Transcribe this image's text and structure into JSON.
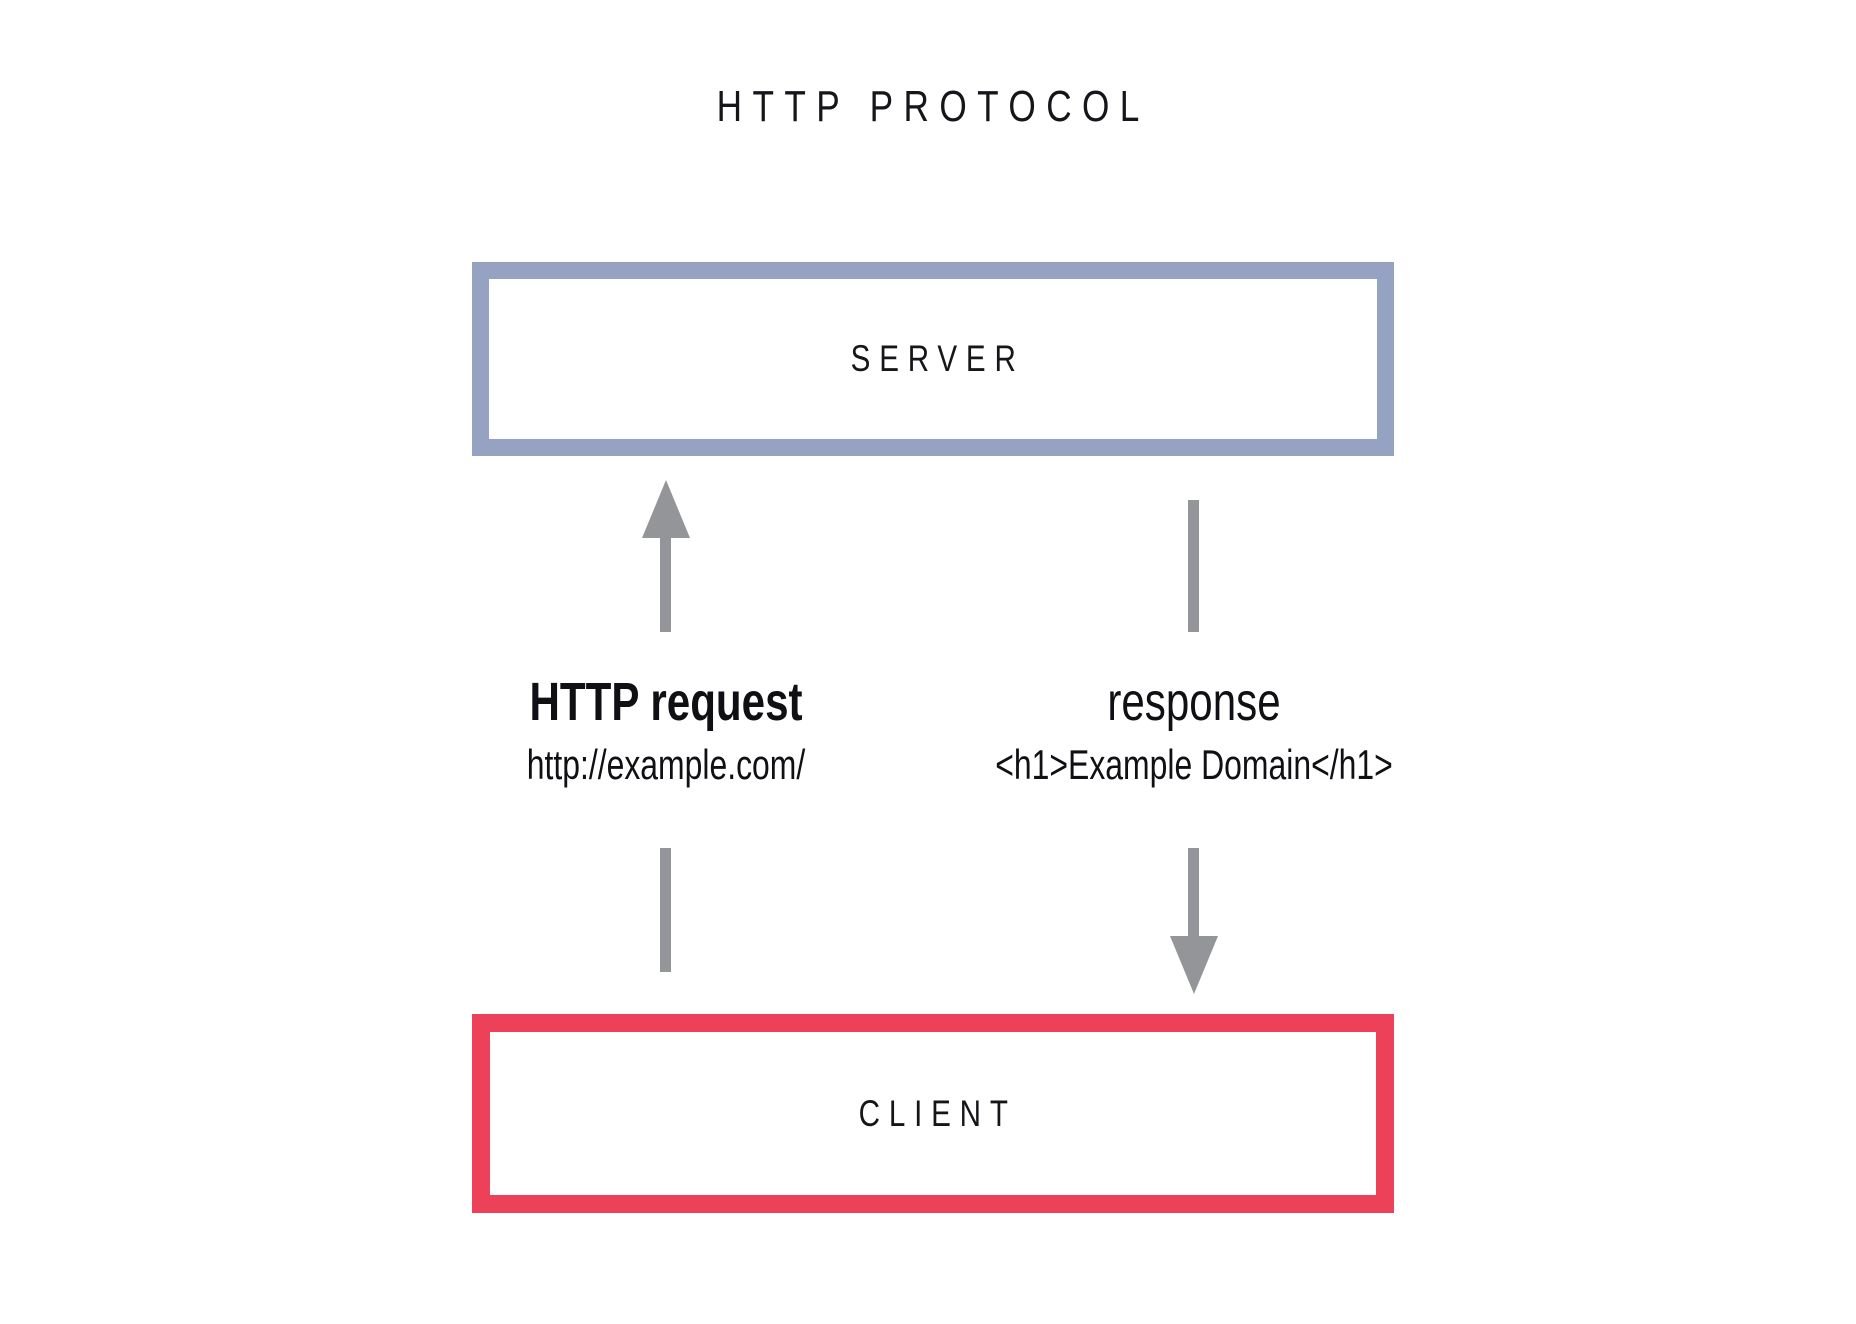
{
  "diagram": {
    "title": "HTTP PROTOCOL",
    "background_color": "#ffffff",
    "text_color": "#16161a"
  },
  "nodes": [
    {
      "id": "server",
      "label": "SERVER",
      "border_color": "#96a2c2",
      "fill_color": "#ffffff"
    },
    {
      "id": "client",
      "label": "CLIENT",
      "border_color": "#ec4159",
      "fill_color": "#ffffff"
    }
  ],
  "edges": [
    {
      "id": "request",
      "title": "HTTP request",
      "subtitle": "http://example.com/",
      "direction": "client-to-server",
      "arrow_color": "#939599"
    },
    {
      "id": "response",
      "title": "response",
      "subtitle": "<h1>Example Domain</h1>",
      "direction": "server-to-client",
      "arrow_color": "#939599"
    }
  ]
}
